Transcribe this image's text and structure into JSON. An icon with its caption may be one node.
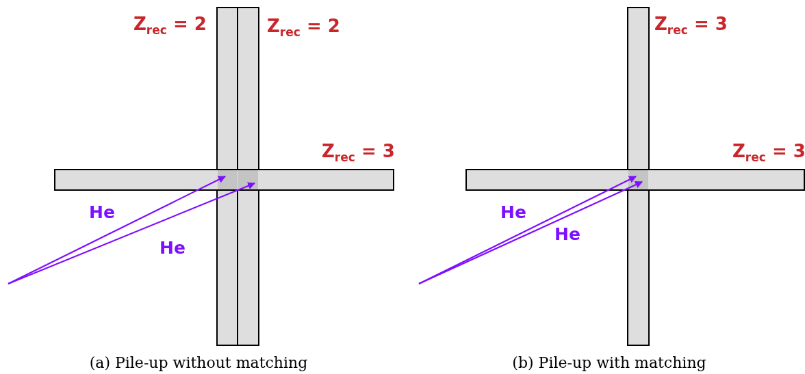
{
  "diagram": {
    "nodes": [
      {
        "text": [],
        "shape": "bar",
        "beside": [
          "Z$_{rec}$ = 2"
        ]
      },
      {
        "text": [],
        "shape": "bar",
        "beside": [
          "Z$_{rec}$ = 2"
        ]
      },
      {
        "text": [],
        "shape": "bar",
        "beside": [
          "Z$_{rec}$ = 3"
        ]
      },
      {
        "text": [],
        "shape": "bar",
        "beside": [
          "Z$_{rec}$ = 3"
        ]
      },
      {
        "text": [],
        "shape": "bar",
        "beside": [
          "Z$_{rec}$ = 3"
        ]
      }
    ],
    "edges": [
      {
        "from": null,
        "to": 0,
        "arrow": "to",
        "label": "He"
      },
      {
        "from": null,
        "to": 1,
        "arrow": "to",
        "label": "He"
      },
      {
        "from": null,
        "to": 3,
        "arrow": "to",
        "label": "He"
      },
      {
        "from": null,
        "to": 3,
        "arrow": "to",
        "label": "He"
      }
    ],
    "labels": [
      "(a) Pile-up without matching",
      "(b) Pile-up with matching"
    ]
  }
}
